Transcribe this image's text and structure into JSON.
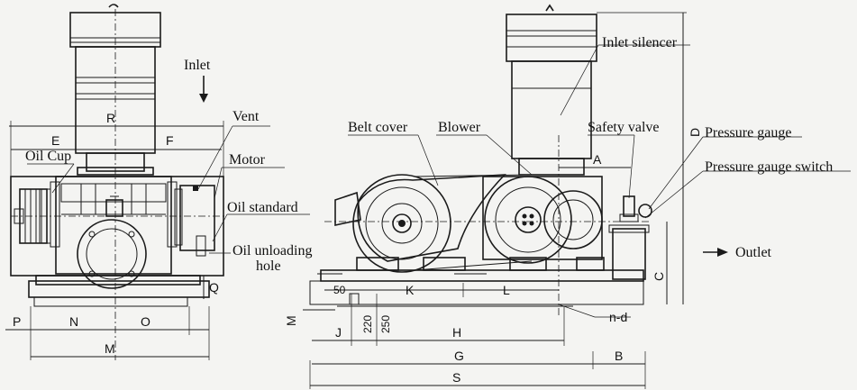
{
  "labels": {
    "inlet": "Inlet",
    "vent": "Vent",
    "motor": "Motor",
    "oil_cup": "Oil Cup",
    "oil_standard": "Oil standard",
    "oil_unloading_1": "Oil unloading",
    "oil_unloading_2": "hole",
    "inlet_silencer": "Inlet silencer",
    "belt_cover": "Belt cover",
    "blower": "Blower",
    "safety_valve": "Safety valve",
    "pressure_gauge": "Pressure gauge",
    "pressure_gauge_switch": "Pressure gauge switch",
    "outlet": "Outlet"
  },
  "dims": {
    "R": "R",
    "E": "E",
    "F": "F",
    "Q": "Q",
    "P": "P",
    "N": "N",
    "O": "O",
    "M": "M",
    "A": "A",
    "D": "D",
    "C": "C",
    "K": "K",
    "L": "L",
    "n_d": "n-d",
    "d50": "50",
    "d220": "220",
    "d250": "250",
    "M2": "M",
    "J": "J",
    "H": "H",
    "G": "G",
    "B": "B",
    "S": "S"
  },
  "colors": {
    "line": "#1a1a1a",
    "paper": "#f4f4f2"
  }
}
